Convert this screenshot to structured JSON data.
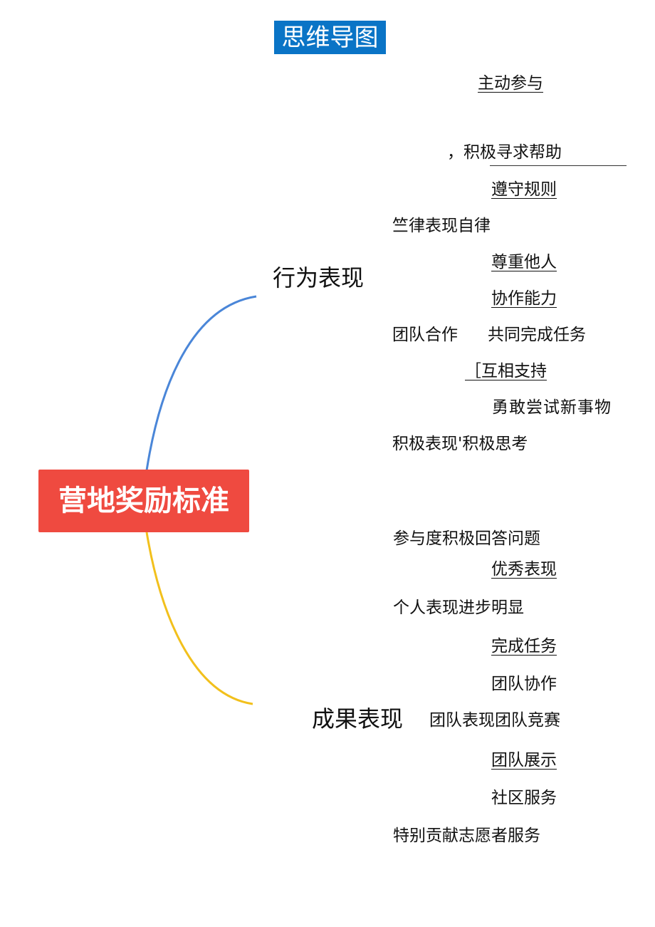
{
  "header": {
    "title": "思维导图"
  },
  "root": {
    "label": "营地奖励标准"
  },
  "colors": {
    "title_bg": "#0a74c6",
    "root_bg": "#ef4a40",
    "branch_top": "#4a86d8",
    "branch_bottom": "#f2c01c"
  },
  "behavior": {
    "label": "行为表现",
    "items": {
      "active_participation": "主动参与",
      "seek_help": "，积极寻求帮助",
      "obey_rules": "遵守规则",
      "discipline": "竺律表现自律",
      "respect_others": "尊重他人",
      "cooperation_ability": "协作能力",
      "teamwork": "团队合作",
      "complete_tasks_together": "共同完成任务",
      "support_each_other": "［互相支持",
      "try_new_things": "勇敢尝试新事物",
      "positive": "积极表现'积极思考"
    }
  },
  "results": {
    "label": "成果表现",
    "items": {
      "participation": "参与度积极回答问题",
      "excellent": "优秀表现",
      "personal_progress": "个人表现进步明显",
      "complete_tasks": "完成任务",
      "team_collab": "团队协作",
      "team_competition": "团队表现团队竞赛",
      "team_show": "团队展示",
      "community_service": "社区服务",
      "special_contribution": "特别贡献志愿者服务"
    }
  }
}
